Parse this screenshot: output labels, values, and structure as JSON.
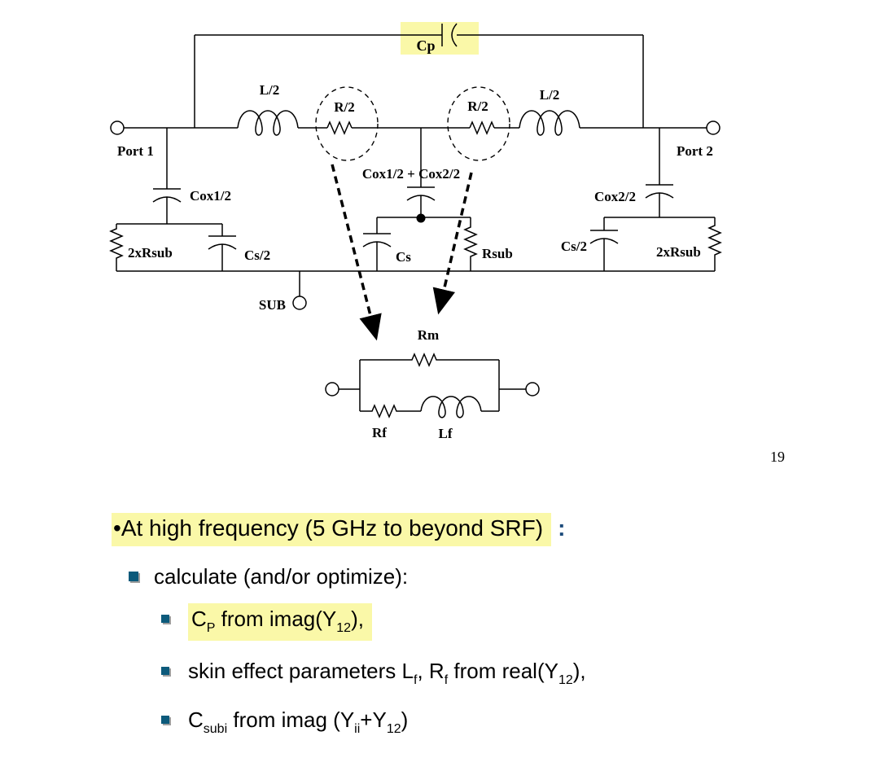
{
  "page_number": "19",
  "colors": {
    "highlight": "#FAF8A8",
    "bullet_square": "#0C5A7B",
    "colon_blue": "#1B4A7A"
  },
  "circuit": {
    "cp": "Cp",
    "l2_left": "L/2",
    "r2_left": "R/2",
    "r2_right": "R/2",
    "l2_right": "L/2",
    "port1": "Port 1",
    "port2": "Port 2",
    "cox1": "Cox1/2",
    "cox_mid": "Cox1/2 + Cox2/2",
    "cox2": "Cox2/2",
    "rsub2_left": "2xRsub",
    "cs2_left": "Cs/2",
    "cs": "Cs",
    "rsub": "Rsub",
    "cs2_right": "Cs/2",
    "rsub2_right": "2xRsub",
    "sub": "SUB",
    "rm": "Rm",
    "rf": "Rf",
    "lf": "Lf"
  },
  "text": {
    "heading_bullet": "•",
    "heading_highlight": "At high frequency (5 GHz to beyond SRF)",
    "heading_suffix": ":",
    "item1": "calculate (and/or optimize):",
    "item2": {
      "s0": "C",
      "s1": "P",
      "s2": " from imag(Y",
      "s3": "12",
      "s4": "),"
    },
    "item3": {
      "s0": "skin effect parameters L",
      "s1": "f",
      "s2": ", R",
      "s3": "f",
      "s4": " from real(Y",
      "s5": "12",
      "s6": "),"
    },
    "item4": {
      "s0": "C",
      "s1": "subi",
      "s2": " from imag (Y",
      "s3": "ii",
      "s4": "+Y",
      "s5": "12",
      "s6": ")"
    }
  }
}
